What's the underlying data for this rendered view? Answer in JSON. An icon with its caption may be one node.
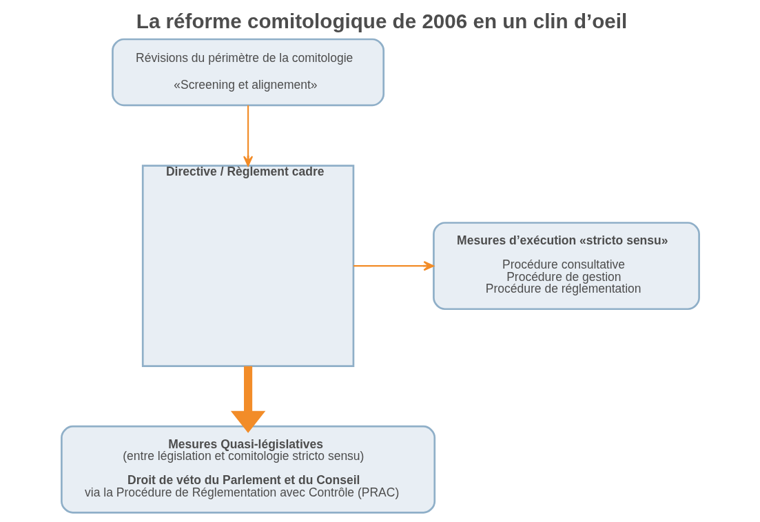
{
  "diagram": {
    "title": "La réforme comitologique de 2006 en un clin d’oeil",
    "nodes": [
      {
        "text": [
          "Directive / Règlement cadre"
        ]
      },
      {
        "text": [
          "Révisions du périmètre de la comitologie",
          "«Screening et alignement»"
        ]
      },
      {
        "text": [
          "Mesures d’exécution «stricto sensu»",
          "Procédure consultative",
          "Procédure de gestion",
          "Procédure de réglementation"
        ]
      },
      {
        "text": [
          "Mesures Quasi-législatives",
          "(entre législation et comitologie stricto sensu)",
          "Droit de véto du Parlement et du Conseil",
          "via la Procédure de Réglementation avec Contrôle (PRAC)"
        ]
      }
    ],
    "edges": [
      {
        "from": 1,
        "to": 0,
        "arrow": "to"
      },
      {
        "from": 0,
        "to": 2,
        "arrow": "to"
      },
      {
        "from": 0,
        "to": 3,
        "arrow": "to",
        "style": "thick"
      }
    ]
  }
}
